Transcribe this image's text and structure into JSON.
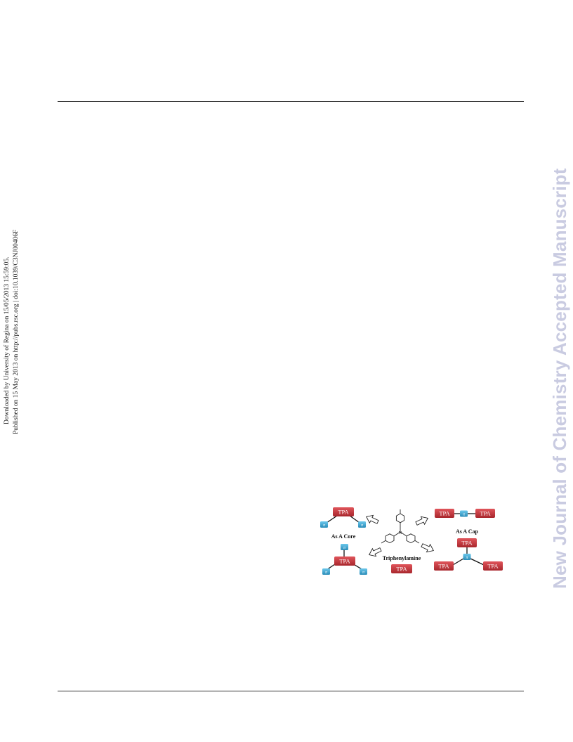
{
  "page": {
    "side_note": {
      "line1": "Downloaded by University of Regina on 15/05/2013 15:59:05.",
      "line2": "Published on 15 May 2013 on http://pubs.rsc.org | doi:10.1039/C3NJ00406F"
    },
    "watermark": "New Journal of Chemistry Accepted Manuscript"
  },
  "figure": {
    "label_core": "As A Core",
    "label_cap": "As A Cap",
    "label_center": "Triphenylamine",
    "tpa": "TPA",
    "pi": "π",
    "colors": {
      "tpa_box": "#c8333a",
      "pi_box": "#3aa9d6"
    }
  }
}
